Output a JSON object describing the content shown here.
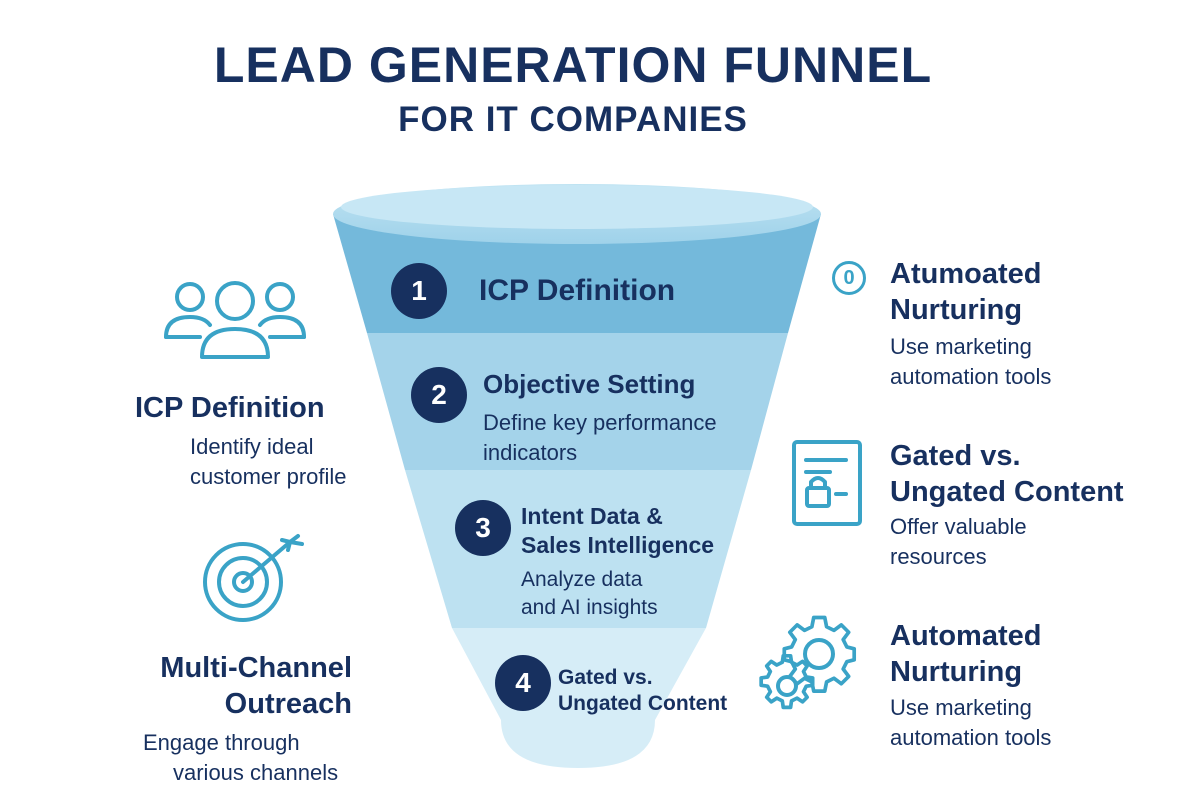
{
  "header": {
    "title": "LEAD GENERATION FUNNEL",
    "subtitle": "FOR IT COMPANIES"
  },
  "colors": {
    "navy": "#17305f",
    "accent": "#3aa3c7",
    "funnel_top": "#6db7d9",
    "funnel_bottom": "#d7eef7"
  },
  "funnel": {
    "stages": [
      {
        "number": "1",
        "title": "ICP Definition",
        "description": ""
      },
      {
        "number": "2",
        "title": "Objective Setting",
        "description_lines": [
          "Define key performance",
          "indicators"
        ]
      },
      {
        "number": "3",
        "title_lines": [
          "Intent Data &",
          "Sales Intelligence"
        ],
        "description_lines": [
          "Analyze data",
          "and AI insights"
        ]
      },
      {
        "number": "4",
        "title_lines": [
          "Gated vs.",
          "Ungated Content"
        ]
      }
    ]
  },
  "left_panel": {
    "items": [
      {
        "icon": "users-group-icon",
        "title": "ICP Definition",
        "description_lines": [
          "Identify ideal",
          "customer profile"
        ]
      },
      {
        "icon": "target-icon",
        "title_lines": [
          "Multi-Channel",
          "Outreach"
        ],
        "description_lines": [
          "Engage through",
          "various channels"
        ]
      }
    ]
  },
  "right_panel": {
    "items": [
      {
        "icon": "zero-badge-icon",
        "badge": "0",
        "title_lines": [
          "Atumoated",
          "Nurturing"
        ],
        "description_lines": [
          "Use marketing",
          "automation tools"
        ]
      },
      {
        "icon": "locked-document-icon",
        "title_lines": [
          "Gated vs.",
          "Ungated Content"
        ],
        "description_lines": [
          "Offer valuable",
          "resources"
        ]
      },
      {
        "icon": "gears-icon",
        "title_lines": [
          "Automated",
          "Nurturing"
        ],
        "description_lines": [
          "Use marketing",
          "automation tools"
        ]
      }
    ]
  }
}
